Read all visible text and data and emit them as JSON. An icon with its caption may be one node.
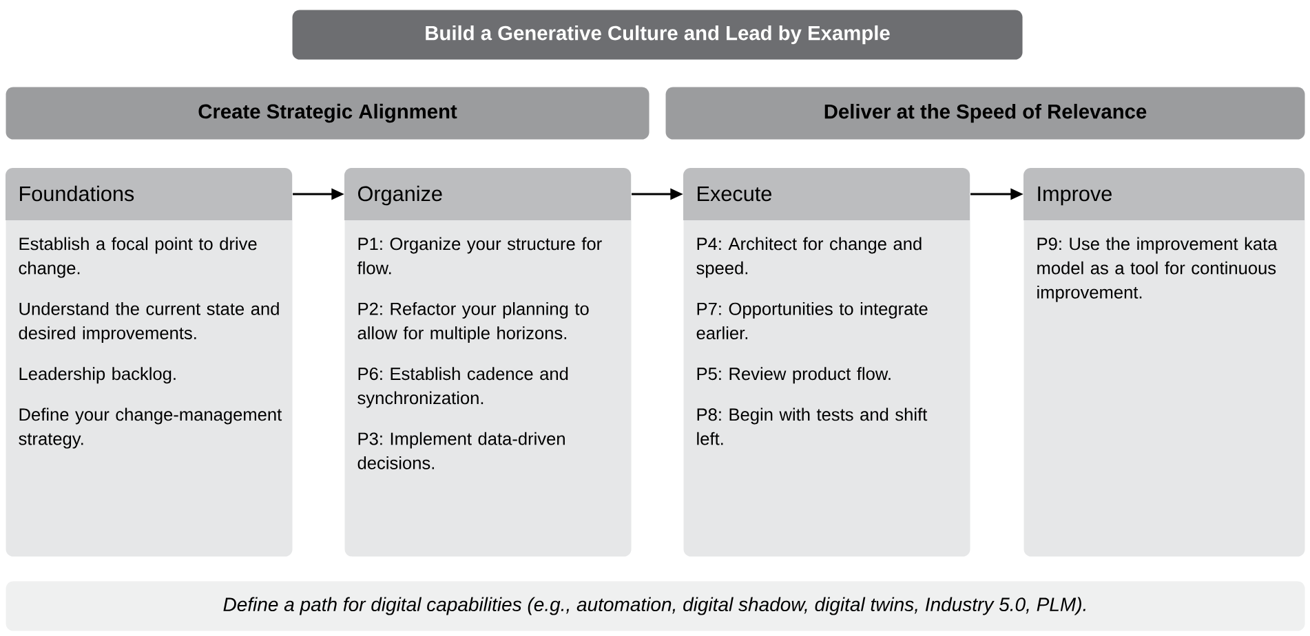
{
  "diagram": {
    "nodes": [
      {
        "text": [
          "Build a Generative Culture and Lead by Example"
        ]
      },
      {
        "text": [
          "Create Strategic Alignment"
        ]
      },
      {
        "text": [
          "Deliver at the Speed of Relevance"
        ]
      },
      {
        "text": [
          "Foundations",
          "Establish a focal point to drive change.",
          "Understand the current state and desired improvements.",
          "Leadership backlog.",
          "Define your change-management strategy."
        ]
      },
      {
        "text": [
          "Organize",
          "P1: Organize your structure for flow.",
          "P2: Refactor your planning to allow for multiple horizons.",
          "P6: Establish cadence and synchronization.",
          "P3: Implement data-driven decisions."
        ]
      },
      {
        "text": [
          "Execute",
          "P4: Architect for change and speed.",
          "P7: Opportunities to integrate earlier.",
          "P5: Review product flow.",
          "P8: Begin with tests and shift left."
        ]
      },
      {
        "text": [
          "Improve",
          "P9: Use the improvement kata model as a tool for continuous improvement."
        ]
      },
      {
        "text": [
          "Define a path for digital capabilities (e.g., automation, digital shadow, digital twins, Industry 5.0, PLM)."
        ]
      }
    ],
    "edges": [
      {
        "from": 3,
        "to": 4,
        "arrow": "to"
      },
      {
        "from": 4,
        "to": 5,
        "arrow": "to"
      },
      {
        "from": 5,
        "to": 6,
        "arrow": "to"
      }
    ]
  }
}
